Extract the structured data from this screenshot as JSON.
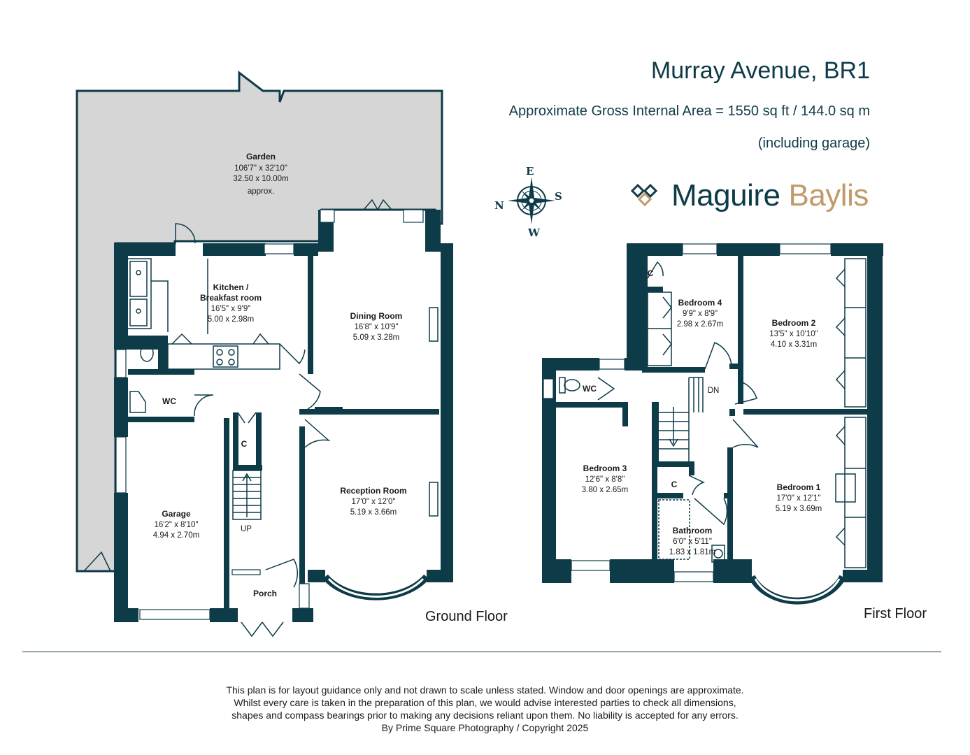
{
  "header": {
    "title": "Murray Avenue, BR1",
    "area": "Approximate Gross Internal Area = 1550 sq ft / 144.0 sq m",
    "area_note": "(including garage)"
  },
  "brand": {
    "name_primary": "Maguire",
    "name_secondary": "Baylis",
    "color_primary": "#0e3b48",
    "color_secondary": "#c09a6b"
  },
  "compass": {
    "n": "N",
    "e": "E",
    "s": "S",
    "w": "W"
  },
  "ground_floor": {
    "label": "Ground Floor",
    "garden": {
      "name": "Garden",
      "imperial": "106'7\" x 32'10\"",
      "metric": "32.50 x 10.00m",
      "note": "approx."
    },
    "kitchen": {
      "name_line1": "Kitchen /",
      "name_line2": "Breakfast room",
      "imperial": "16'5\" x 9'9\"",
      "metric": "5.00 x 2.98m"
    },
    "dining": {
      "name": "Dining Room",
      "imperial": "16'8\" x 10'9\"",
      "metric": "5.09 x 3.28m"
    },
    "reception": {
      "name": "Reception Room",
      "imperial": "17'0\" x 12'0\"",
      "metric": "5.19 x 3.66m"
    },
    "garage": {
      "name": "Garage",
      "imperial": "16'2\" x 8'10\"",
      "metric": "4.94 x 2.70m"
    },
    "wc": "WC",
    "cupboard": "C",
    "stairs": "UP",
    "porch": "Porch"
  },
  "first_floor": {
    "label": "First Floor",
    "bedroom1": {
      "name": "Bedroom 1",
      "imperial": "17'0\" x 12'1\"",
      "metric": "5.19 x 3.69m"
    },
    "bedroom2": {
      "name": "Bedroom 2",
      "imperial": "13'5\" x 10'10\"",
      "metric": "4.10 x 3.31m"
    },
    "bedroom3": {
      "name": "Bedroom 3",
      "imperial": "12'6\" x 8'8\"",
      "metric": "3.80 x 2.65m"
    },
    "bedroom4": {
      "name": "Bedroom 4",
      "imperial": "9'9\" x 8'9\"",
      "metric": "2.98 x 2.67m"
    },
    "bathroom": {
      "name": "Bathroom",
      "imperial": "6'0\" x 5'11\"",
      "metric": "1.83 x 1.81m"
    },
    "wc": "WC",
    "cupboard_top": "C",
    "cupboard_landing": "C",
    "stairs": "DN"
  },
  "disclaimer": [
    "This plan is for layout guidance only and not drawn to scale unless stated. Window and door openings are approximate.",
    "Whilst every care is taken in the preparation of this plan, we would advise interested parties to check all dimensions,",
    "shapes and compass bearings prior to making any decisions reliant upon them. No liability is accepted for any errors.",
    "By Prime Square Photography / Copyright 2025"
  ]
}
